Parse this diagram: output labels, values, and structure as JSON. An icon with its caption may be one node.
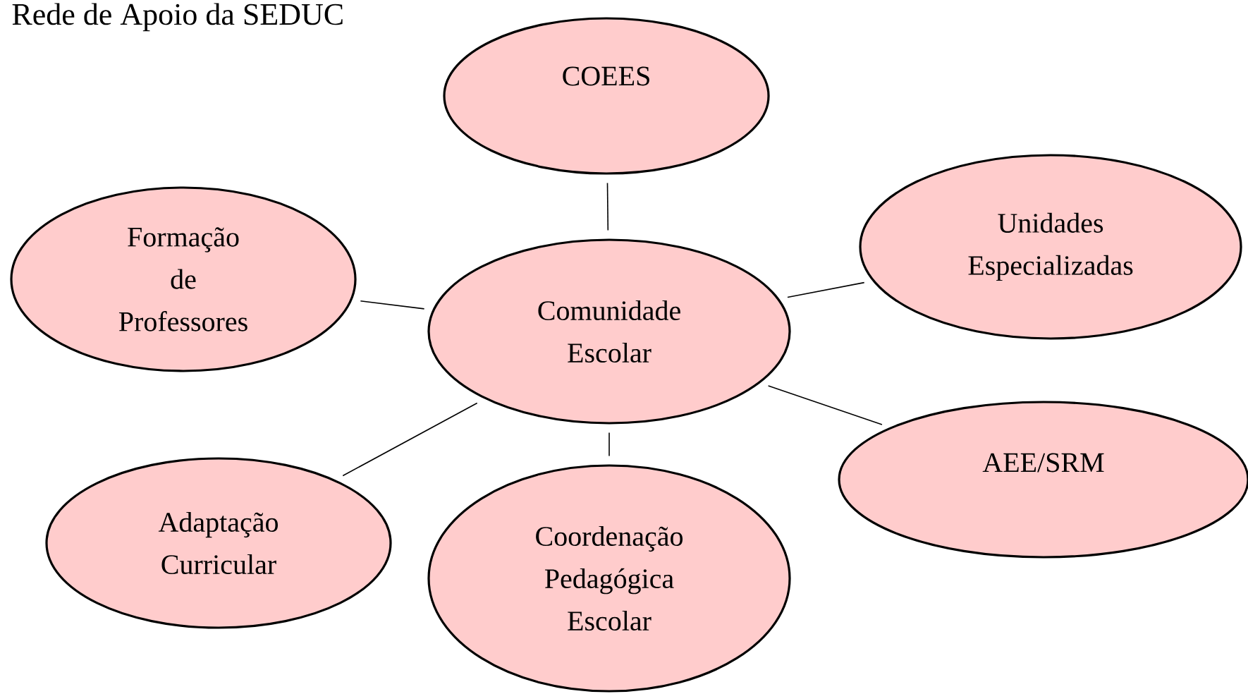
{
  "diagram": {
    "title": "Rede de Apoio da SEDUC",
    "nodes": [
      {
        "text": [
          "COEES"
        ]
      },
      {
        "text": [
          "Formação de Professores"
        ]
      },
      {
        "text": [
          "Comunidade Escolar"
        ]
      },
      {
        "text": [
          "Unidades Especializadas"
        ]
      },
      {
        "text": [
          "AEE/SRM"
        ]
      },
      {
        "text": [
          "Adaptação Curricular"
        ]
      },
      {
        "text": [
          "Coordenação Pedagógica Escolar"
        ]
      }
    ],
    "edges": [
      {
        "from": 2,
        "to": 0,
        "arrow": "none"
      },
      {
        "from": 2,
        "to": 1,
        "arrow": "none"
      },
      {
        "from": 2,
        "to": 3,
        "arrow": "none"
      },
      {
        "from": 2,
        "to": 4,
        "arrow": "none"
      },
      {
        "from": 2,
        "to": 5,
        "arrow": "none"
      },
      {
        "from": 2,
        "to": 6,
        "arrow": "none"
      }
    ]
  }
}
